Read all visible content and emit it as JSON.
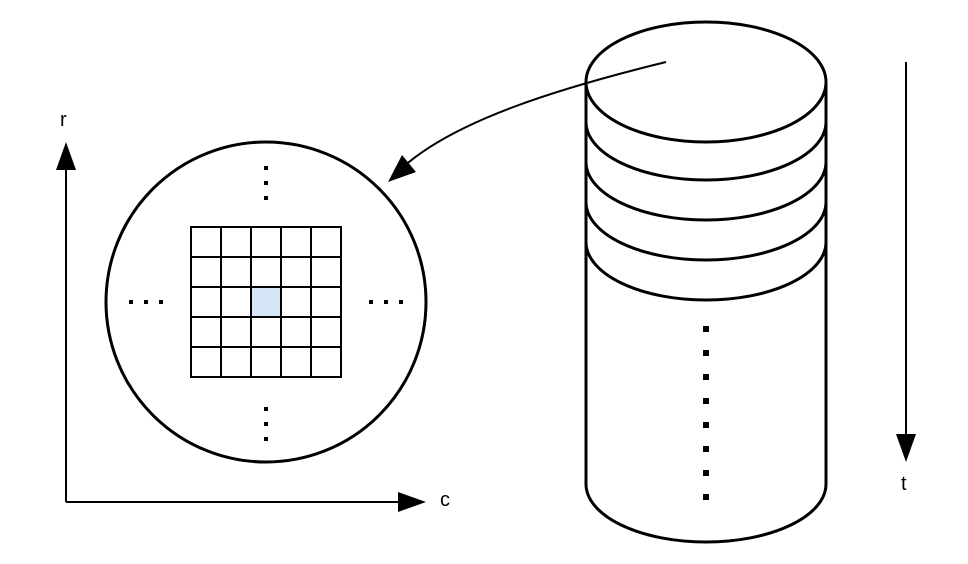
{
  "labels": {
    "row_axis": "r",
    "col_axis": "c",
    "time_axis": "t"
  },
  "grid": {
    "rows": 5,
    "cols": 5,
    "highlight_row": 2,
    "highlight_col": 2
  },
  "cylinder": {
    "stacked_layers": 5
  },
  "colors": {
    "stroke": "#000000",
    "highlight_cell": "#d6e6f7",
    "background": "#ffffff"
  }
}
